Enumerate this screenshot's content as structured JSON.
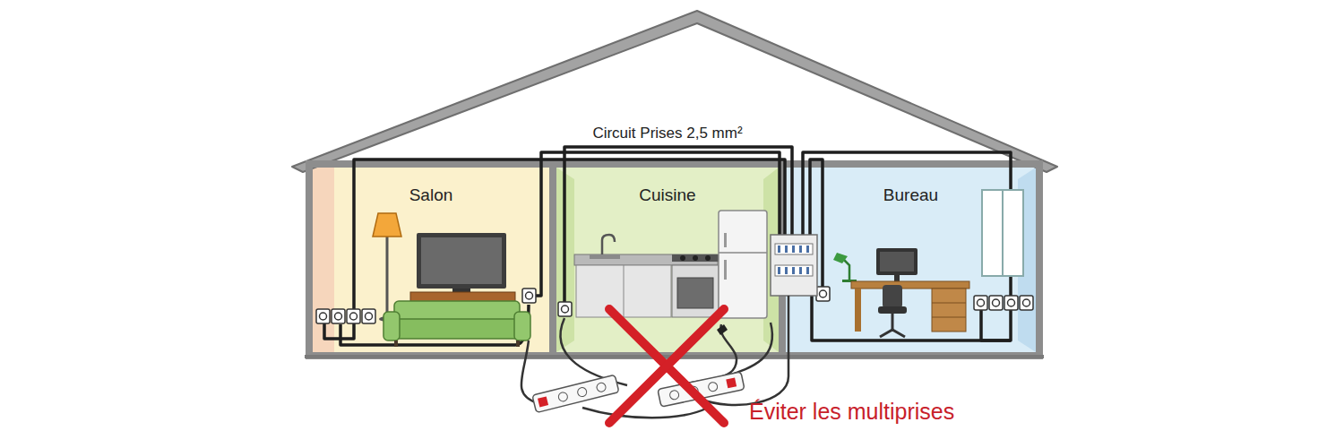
{
  "diagram": {
    "nodes": [
      {
        "text": [
          "Salon"
        ]
      },
      {
        "text": [
          "Cuisine"
        ]
      },
      {
        "text": [
          "Bureau"
        ]
      }
    ],
    "labels": [
      "Circuit Prises 2,5 mm²",
      "Éviter les multiprises"
    ]
  }
}
